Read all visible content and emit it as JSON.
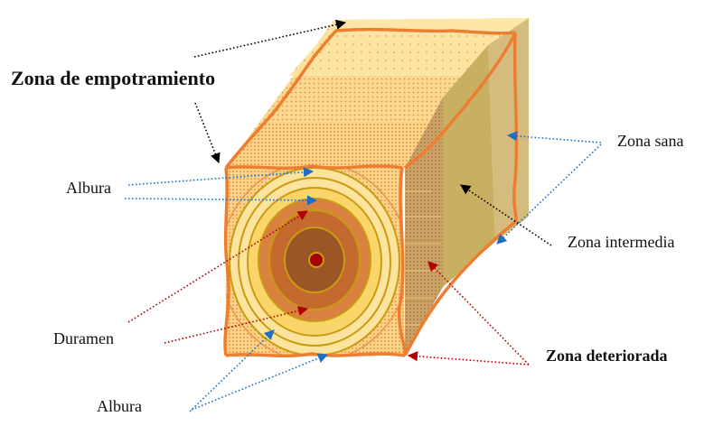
{
  "diagram": {
    "type": "timber-beam-cross-section",
    "labels": {
      "zona_empotramiento": "Zona de empotramiento",
      "albura_top": "Albura",
      "duramen": "Duramen",
      "albura_bottom": "Albura",
      "zona_sana": "Zona sana",
      "zona_intermedia": "Zona intermedia",
      "zona_deteriorada": "Zona deteriorada"
    },
    "colors": {
      "outline": "#ED7D31",
      "top_face": "#FCD990",
      "top_face_light": "#FDE6A8",
      "side_sana": "#D4BC7E",
      "side_intermedia": "#C9AF62",
      "side_deteriorada": "#B89A5E",
      "sapwood_light": "#FDE49E",
      "sapwood_mid": "#FAD56A",
      "heartwood_outer": "#D9823F",
      "heartwood_mid": "#C46A2E",
      "heartwood_inner": "#9C5524",
      "pith": "#A50000",
      "ring_line": "#C89B12",
      "arrow_blue": "#1F6FC1",
      "arrow_red": "#B00000",
      "arrow_black": "#000000"
    },
    "annotations": [
      {
        "label": "Zona de empotramiento",
        "arrow_color": "black",
        "targets": [
          "top-face-far-edge",
          "front-face-top-left-corner"
        ]
      },
      {
        "label": "Albura",
        "arrow_color": "blue",
        "targets": [
          "outer-sapwood-ring-top",
          "inner-sapwood-ring-top"
        ]
      },
      {
        "label": "Duramen",
        "arrow_color": "red",
        "targets": [
          "heartwood-top",
          "heartwood-bottom"
        ]
      },
      {
        "label": "Albura",
        "arrow_color": "blue",
        "targets": [
          "sapwood-bottom-left",
          "sapwood-bottom"
        ]
      },
      {
        "label": "Zona sana",
        "arrow_color": "blue",
        "targets": [
          "side-face-right-edge",
          "side-face-bottom-edge"
        ]
      },
      {
        "label": "Zona intermedia",
        "arrow_color": "black",
        "targets": [
          "side-face-middle"
        ]
      },
      {
        "label": "Zona deteriorada",
        "arrow_color": "red",
        "targets": [
          "side-face-dotted-zone",
          "front-face-bottom-right-corner"
        ]
      }
    ]
  }
}
